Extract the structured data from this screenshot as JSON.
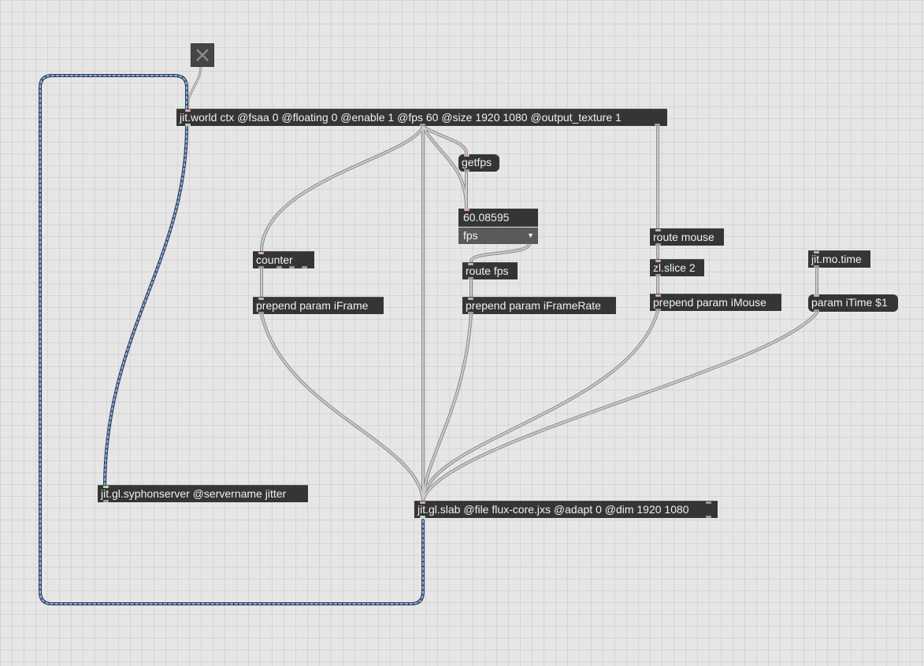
{
  "patcher": {
    "objects": {
      "jit_world": "jit.world ctx @fsaa 0 @floating 0 @enable 1 @fps 60 @size 1920 1080 @output_texture 1",
      "getfps": "getfps",
      "counter": "counter",
      "prepend_iframe": "prepend param iFrame",
      "route_fps": "route fps",
      "prepend_iframerate": "prepend param iFrameRate",
      "route_mouse": "route mouse",
      "zl_slice": "zl.slice 2",
      "prepend_imouse": "prepend param iMouse",
      "jit_mo_time": "jit.mo.time",
      "param_itime": "param iTime $1",
      "syphonserver": "jit.gl.syphonserver @servername jitter",
      "jit_gl_slab": "jit.gl.slab @file flux-core.jxs @adapt 0 @dim 1920 1080"
    },
    "number_box": {
      "value": "60.08595"
    },
    "umenu": {
      "selected": "fps",
      "arrow": "▼"
    },
    "toggle": {
      "icon": "x-icon",
      "state": "off"
    },
    "colors": {
      "canvas": "#e6e6e6",
      "object_fill": "#353535",
      "patch_cord": "#a8a8a8",
      "texture_cord": "#5e87b8",
      "text": "#f2f2f2"
    }
  }
}
